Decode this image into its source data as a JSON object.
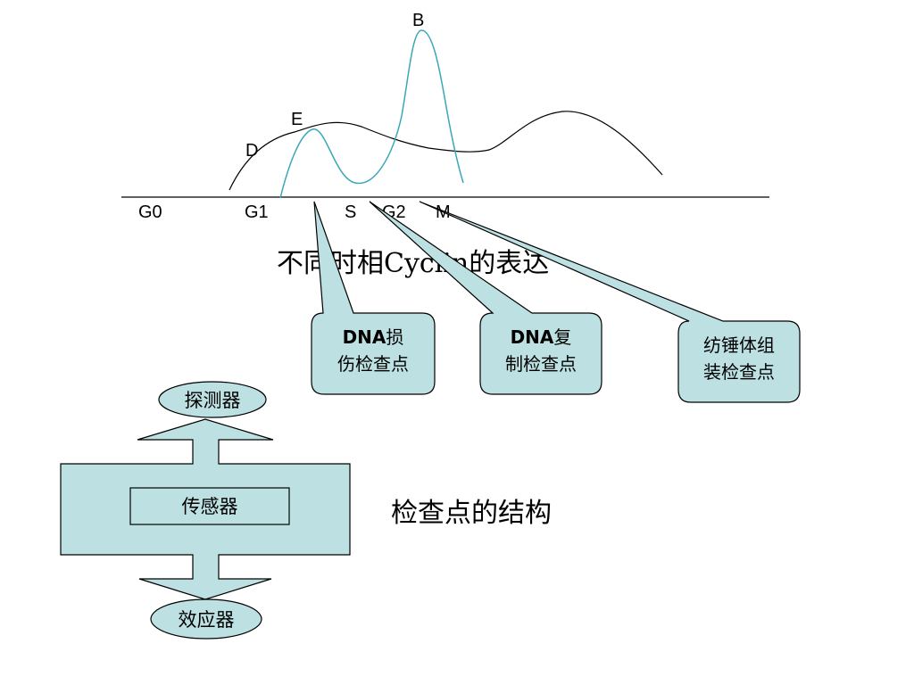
{
  "colors": {
    "fill": "#bde0e2",
    "cyan_curve": "#3aa7b8",
    "black": "#000000"
  },
  "cycle_chart": {
    "phase_labels": [
      "G0",
      "G1",
      "S",
      "G2",
      "M"
    ],
    "curve_labels": [
      "B",
      "E",
      "D"
    ],
    "title": "不同时相Cyclin的表达"
  },
  "callouts": [
    {
      "line1_bold": "DNA",
      "line1_rest": "损",
      "line2": "伤检查点"
    },
    {
      "line1_bold": "DNA",
      "line1_rest": "复",
      "line2": "制检查点"
    },
    {
      "line1_bold": "",
      "line1_rest": "纺锤体组",
      "line2": "装检查点"
    }
  ],
  "structure": {
    "detector": "探测器",
    "sensor": "传感器",
    "effector": "效应器",
    "title": "检查点的结构"
  }
}
